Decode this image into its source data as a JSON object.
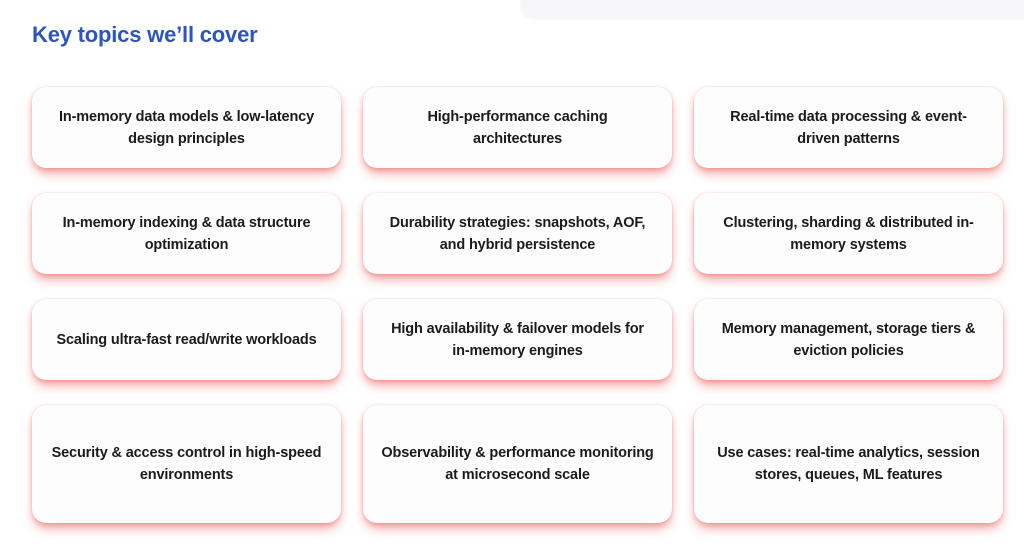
{
  "slide": {
    "heading": "Key topics we’ll cover",
    "heading_color": "#2E54C0",
    "background_color": "#FFFFFF",
    "card_background_color": "#FDFDFD",
    "card_glow_color": "#E95A55",
    "card_text_color": "#1B1B1F"
  },
  "topics": [
    {
      "label": "In-memory data models & low-latency design principles"
    },
    {
      "label": "High-performance caching architectures"
    },
    {
      "label": "Real-time data processing & event-driven patterns"
    },
    {
      "label": "In-memory indexing & data structure optimization"
    },
    {
      "label": "Durability strategies: snapshots, AOF, and hybrid persistence"
    },
    {
      "label": "Clustering, sharding & distributed in-memory systems"
    },
    {
      "label": "Scaling ultra-fast read/write workloads"
    },
    {
      "label": "High availability & failover models for in-memory engines"
    },
    {
      "label": "Memory management, storage tiers & eviction policies"
    },
    {
      "label": "Security & access control in high-speed environments"
    },
    {
      "label": "Observability & performance monitoring at microsecond scale"
    },
    {
      "label": "Use cases: real-time analytics, session stores, queues, ML features"
    }
  ]
}
